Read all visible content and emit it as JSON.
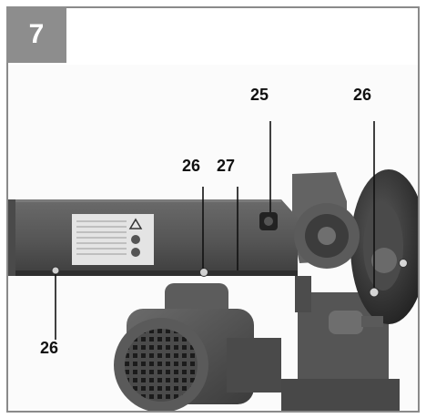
{
  "figure": {
    "number": "7",
    "colors": {
      "badge": "#8d8d8d",
      "frame": "#8a8a8a",
      "machine_dark": "#3a3a3a",
      "machine_mid": "#565656",
      "machine_light": "#777777"
    },
    "callouts": {
      "item_25": "25",
      "item_26_top_right": "26",
      "item_26_center": "26",
      "item_27": "27",
      "item_26_bottom_left": "26"
    }
  }
}
